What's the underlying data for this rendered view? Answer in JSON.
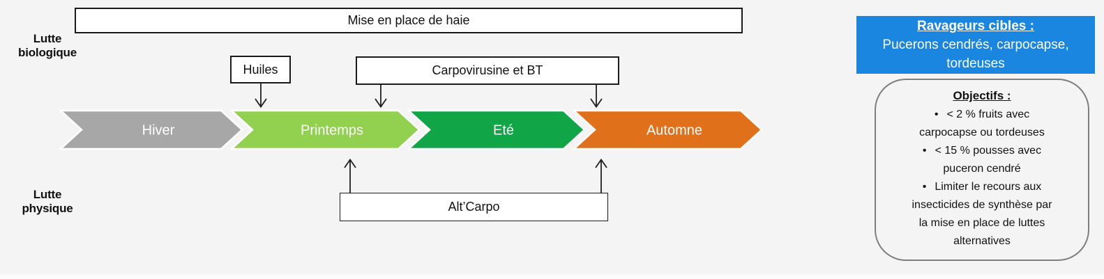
{
  "colors": {
    "background": "#F4F4F5",
    "box_fill": "#FFFFFF",
    "box_border": "#1A1A1A",
    "ravageurs_bg": "#1B86E0",
    "objectifs_border": "#7E7E7E"
  },
  "labels": {
    "lutte_biologique": "Lutte\nbiologique",
    "lutte_physique": "Lutte\nphysique"
  },
  "interventions": {
    "haie": "Mise en place de haie",
    "huiles": "Huiles",
    "carpovirusine": "Carpovirusine et BT",
    "altcarpo": "Alt’Carpo"
  },
  "seasons": [
    {
      "label": "Hiver",
      "color": "#A7A7A7"
    },
    {
      "label": "Printemps",
      "color": "#92D050"
    },
    {
      "label": "Eté",
      "color": "#10A647"
    },
    {
      "label": "Automne",
      "color": "#E1701B"
    }
  ],
  "ravageurs": {
    "title": "Ravageurs cibles :",
    "text": "Pucerons cendrés, carpocapse,\ntordeuses"
  },
  "objectifs": {
    "title": "Objectifs :",
    "bullet": "•",
    "items": [
      {
        "text": "< 2 % fruits avec\ncarpocapse ou tordeuses"
      },
      {
        "text": "< 15 % pousses avec\npuceron cendré"
      },
      {
        "text": "Limiter le recours aux\ninsecticides de synthèse par\nla mise en place de luttes\nalternatives"
      }
    ]
  }
}
